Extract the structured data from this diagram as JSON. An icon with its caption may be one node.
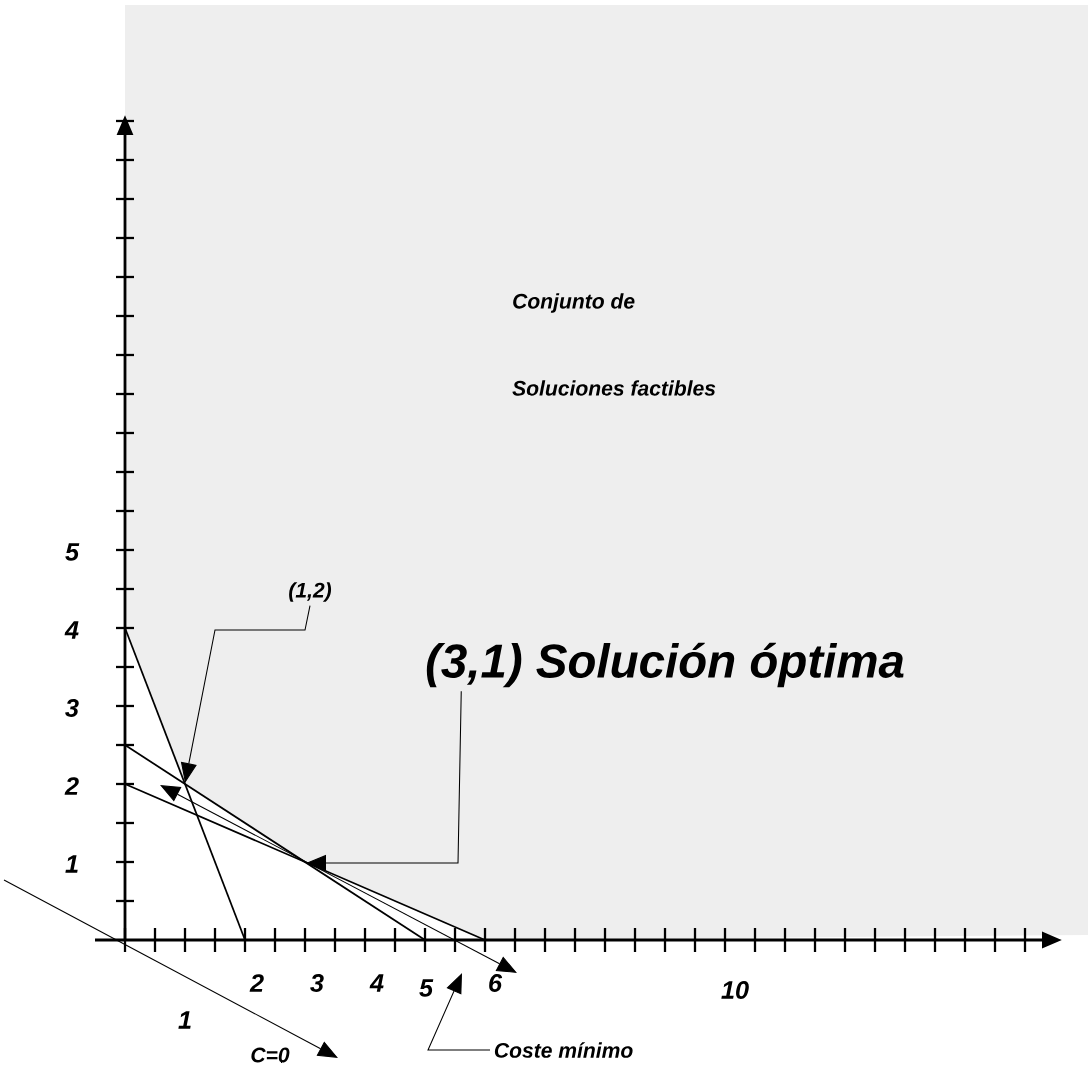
{
  "diagram": {
    "nodes": [
      {
        "text": [
          "(1,2)"
        ]
      },
      {
        "text": [
          "(3,1) Solución óptima"
        ]
      },
      {
        "text": [
          "Coste mínimo"
        ]
      }
    ],
    "edges": [
      {
        "from": 0,
        "to": null,
        "arrow": "to"
      },
      {
        "from": 1,
        "to": null,
        "arrow": "to"
      },
      {
        "from": 2,
        "to": null,
        "arrow": "to"
      }
    ],
    "labels": [
      "Conjunto de",
      "Soluciones factibles",
      "5",
      "4",
      "3",
      "2",
      "1",
      "1",
      "2",
      "3",
      "4",
      "5",
      "6",
      "10",
      "C=0"
    ]
  }
}
